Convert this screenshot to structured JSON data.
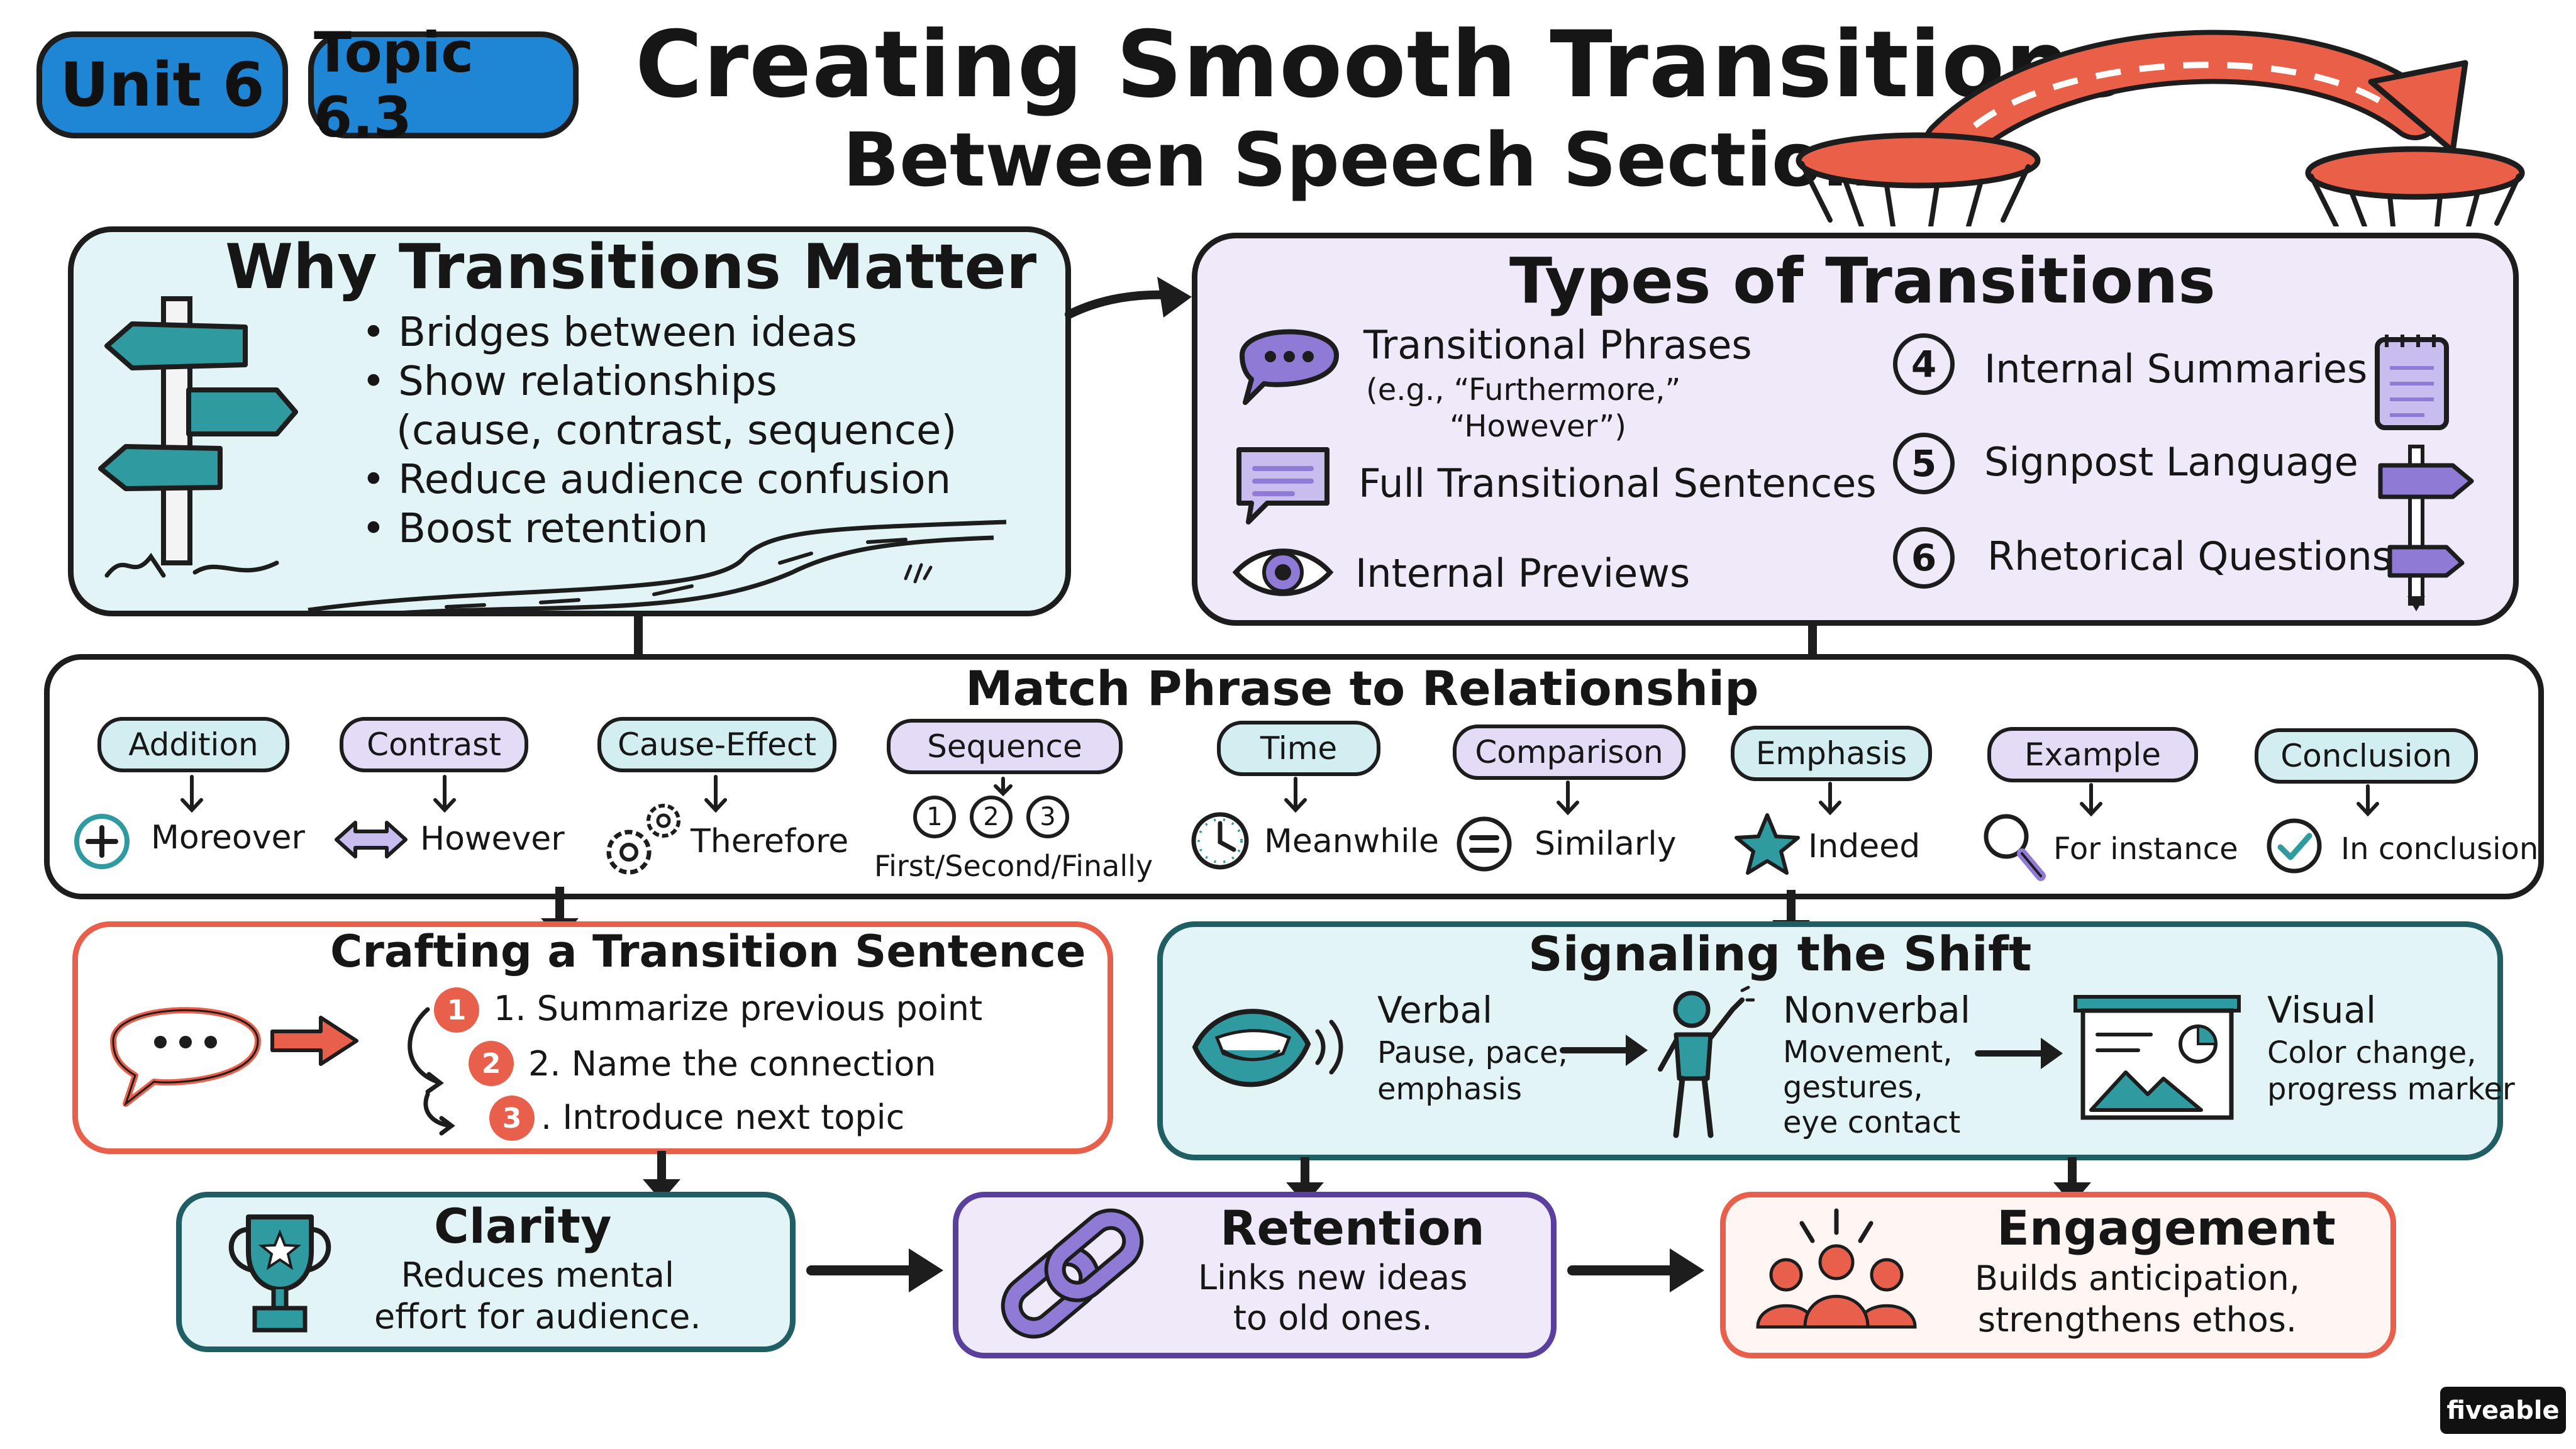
{
  "header": {
    "unit_badge": "Unit 6",
    "topic_badge": "Topic 6.3",
    "title": "Creating Smooth Transitions",
    "subtitle": "Between Speech Sections"
  },
  "why": {
    "title": "Why Transitions Matter",
    "bullets": [
      "• Bridges between ideas",
      "• Show relationships",
      "(cause, contrast, sequence)",
      "• Reduce audience confusion",
      "• Boost retention"
    ]
  },
  "types": {
    "title": "Types of Transitions",
    "items": [
      {
        "label": "Transitional Phrases",
        "sub1": "(e.g., “Furthermore,”",
        "sub2": "“However”)",
        "icon": "speech-bubble-icon"
      },
      {
        "label": "Full Transitional Sentences",
        "icon": "message-icon"
      },
      {
        "label": "Internal Previews",
        "icon": "eye-icon"
      },
      {
        "num": "4",
        "label": "Internal Summaries",
        "icon": "notepad-icon"
      },
      {
        "num": "5",
        "label": "Signpost Language",
        "icon": "signpost-icon"
      },
      {
        "num": "6",
        "label": "Rhetorical Questions",
        "icon": "signpost-icon"
      }
    ]
  },
  "match": {
    "title": "Match Phrase to Relationship",
    "pairs": [
      {
        "relationship": "Addition",
        "phrase": "Moreover",
        "icon": "plus-circle-icon"
      },
      {
        "relationship": "Contrast",
        "phrase": "However",
        "icon": "double-arrow-icon"
      },
      {
        "relationship": "Cause-Effect",
        "phrase": "Therefore",
        "icon": "gears-icon"
      },
      {
        "relationship": "Sequence",
        "phrase": "First/Second/Finally",
        "icon": "numbered-circles-icon",
        "nums": [
          "1",
          "2",
          "3"
        ]
      },
      {
        "relationship": "Time",
        "phrase": "Meanwhile",
        "icon": "clock-icon"
      },
      {
        "relationship": "Comparison",
        "phrase": "Similarly",
        "icon": "equals-circle-icon"
      },
      {
        "relationship": "Emphasis",
        "phrase": "Indeed",
        "icon": "star-icon"
      },
      {
        "relationship": "Example",
        "phrase": "For instance",
        "icon": "magnifier-icon"
      },
      {
        "relationship": "Conclusion",
        "phrase": "In conclusion",
        "icon": "check-circle-icon"
      }
    ]
  },
  "crafting": {
    "title": "Crafting a Transition Sentence",
    "steps": [
      {
        "num": "1",
        "text": "1. Summarize previous point"
      },
      {
        "num": "2",
        "text": "2. Name the connection"
      },
      {
        "num": "3",
        "text": ". Introduce next topic"
      }
    ]
  },
  "signaling": {
    "title": "Signaling the Shift",
    "verbal": {
      "title": "Verbal",
      "lines": [
        "Pause, pace,",
        "emphasis"
      ]
    },
    "nonverbal": {
      "title": "Nonverbal",
      "lines": [
        "Movement,",
        "gestures,",
        "eye contact"
      ]
    },
    "visual": {
      "title": "Visual",
      "lines": [
        "Color change,",
        "progress marker"
      ]
    }
  },
  "outcomes": {
    "clarity": {
      "title": "Clarity",
      "lines": [
        "Reduces mental",
        "effort for audience."
      ]
    },
    "retention": {
      "title": "Retention",
      "lines": [
        "Links new ideas",
        "to old ones."
      ]
    },
    "engagement": {
      "title": "Engagement",
      "lines": [
        "Builds anticipation,",
        "strengthens ethos."
      ]
    }
  },
  "watermark": "fiveable",
  "colors": {
    "blue_badge": "#1f86d6",
    "teal_fill": "#e3f4f6",
    "teal_accent": "#2f9aa0",
    "purple_fill": "#efe9f9",
    "purple_accent": "#8f7ad6",
    "coral": "#e8604c",
    "coral_fill": "#fff6f3"
  }
}
